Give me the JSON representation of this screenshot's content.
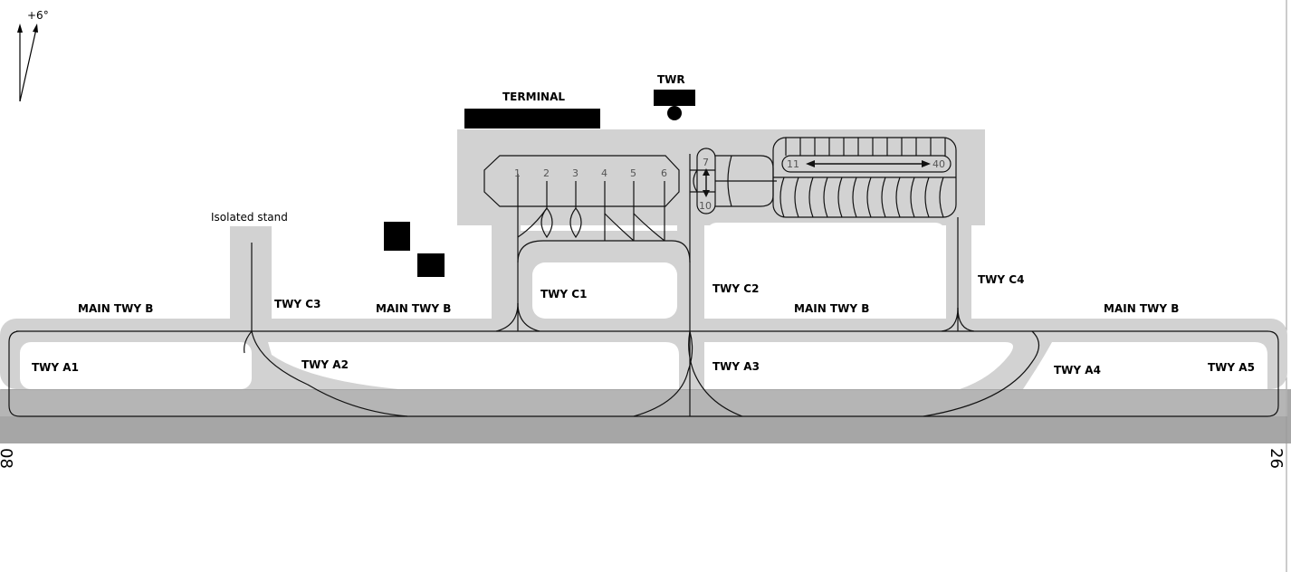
{
  "north_arrow": {
    "declination": "+6°"
  },
  "runway": {
    "end_left": "08",
    "end_right": "26"
  },
  "labels": {
    "isolated_stand": "Isolated stand",
    "terminal": "TERMINAL",
    "tower": "TWR",
    "main_twy_b": "MAIN TWY B",
    "twy_c1": "TWY C1",
    "twy_c2": "TWY C2",
    "twy_c3": "TWY C3",
    "twy_c4": "TWY C4",
    "twy_a1": "TWY A1",
    "twy_a2": "TWY A2",
    "twy_a3": "TWY A3",
    "twy_a4": "TWY A4",
    "twy_a5": "TWY A5"
  },
  "stands": {
    "terminal_numbers": [
      "1",
      "2",
      "3",
      "4",
      "5",
      "6"
    ],
    "remote_first": "7",
    "remote_second": "10",
    "remote_range_start": "11",
    "remote_range_end": "40"
  }
}
